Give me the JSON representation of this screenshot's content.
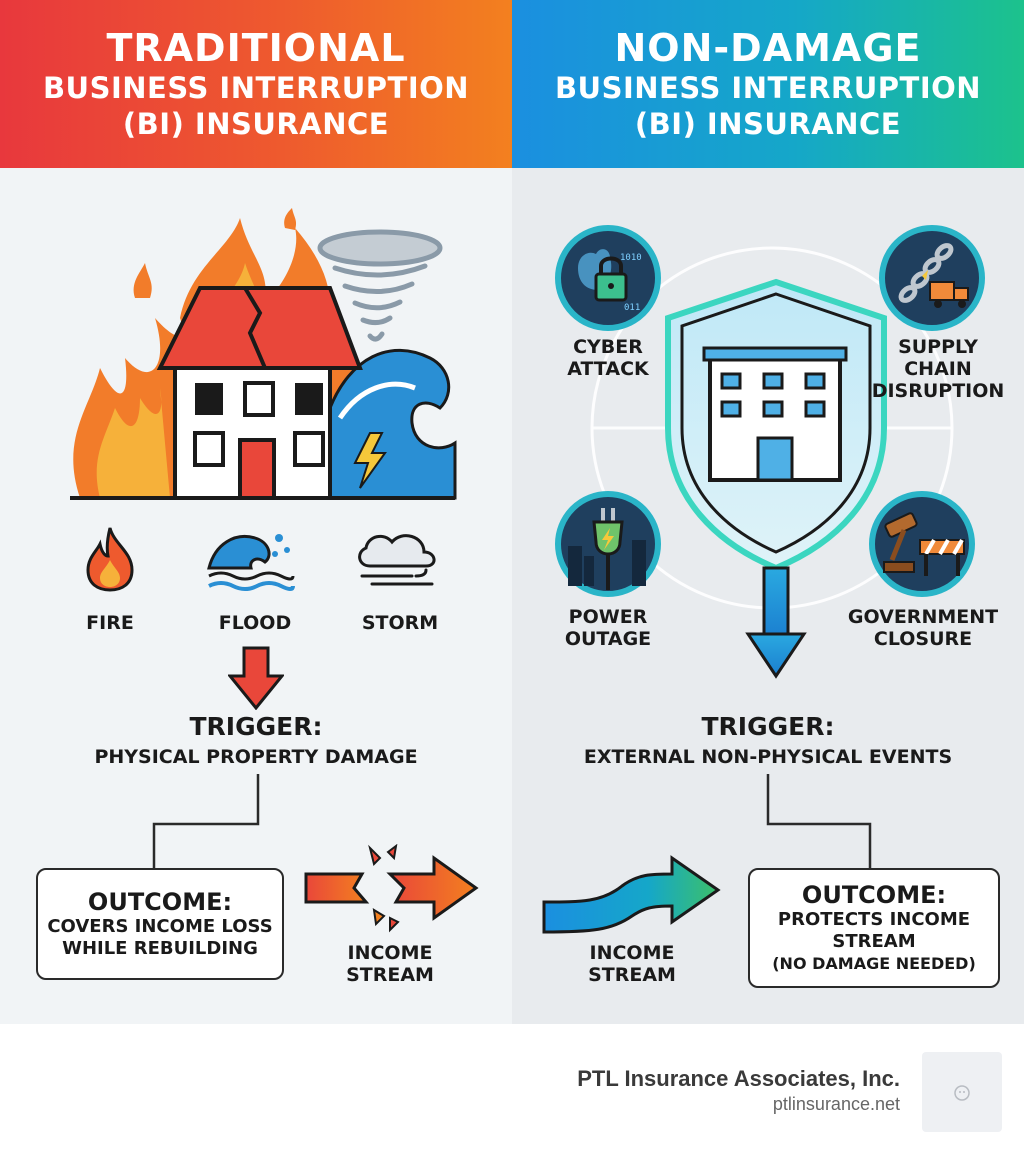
{
  "left_header": {
    "line1": "TRADITIONAL",
    "line2": "BUSINESS INTERRUPTION",
    "line3": "(BI) INSURANCE"
  },
  "right_header": {
    "line1": "NON-DAMAGE",
    "line2": "BUSINESS INTERRUPTION",
    "line3": "(BI) INSURANCE"
  },
  "left": {
    "perils": [
      "FIRE",
      "FLOOD",
      "STORM"
    ],
    "trigger_title": "TRIGGER:",
    "trigger_text": "PHYSICAL PROPERTY DAMAGE",
    "outcome_title": "OUTCOME:",
    "outcome_line1": "COVERS INCOME LOSS",
    "outcome_line2": "WHILE REBUILDING",
    "stream_line1": "INCOME",
    "stream_line2": "STREAM"
  },
  "right": {
    "events": {
      "cyber_l1": "CYBER",
      "cyber_l2": "ATTACK",
      "supply_l1": "SUPPLY",
      "supply_l2": "CHAIN",
      "supply_l3": "DISRUPTION",
      "power_l1": "POWER",
      "power_l2": "OUTAGE",
      "gov_l1": "GOVERNMENT",
      "gov_l2": "CLOSURE"
    },
    "trigger_title": "TRIGGER:",
    "trigger_text": "EXTERNAL NON-PHYSICAL EVENTS",
    "outcome_title": "OUTCOME:",
    "outcome_line1": "PROTECTS INCOME",
    "outcome_line2": "STREAM",
    "outcome_line3": "(NO DAMAGE NEEDED)",
    "stream_line1": "INCOME",
    "stream_line2": "STREAM"
  },
  "footer": {
    "company": "PTL Insurance Associates, Inc.",
    "website": "ptlinsurance.net"
  },
  "colors": {
    "left_accent": "#ee5a2e",
    "right_accent": "#15a7c9"
  }
}
